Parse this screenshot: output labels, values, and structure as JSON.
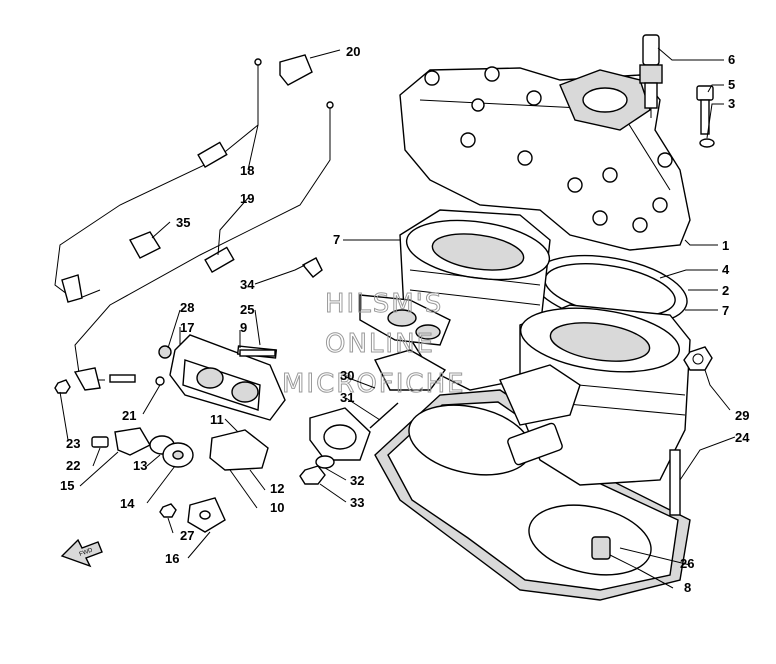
{
  "watermark": {
    "line1": "HILSM'S",
    "line2": "ONLINE",
    "line3": "MICROFICHE"
  },
  "orientation_arrow_label": "FWD",
  "callouts": [
    "1",
    "2",
    "3",
    "4",
    "5",
    "6",
    "7",
    "7",
    "8",
    "9",
    "10",
    "11",
    "12",
    "13",
    "14",
    "15",
    "16",
    "17",
    "18",
    "19",
    "20",
    "21",
    "22",
    "23",
    "24",
    "25",
    "26",
    "27",
    "28",
    "29",
    "30",
    "31",
    "32",
    "33",
    "34",
    "35"
  ]
}
